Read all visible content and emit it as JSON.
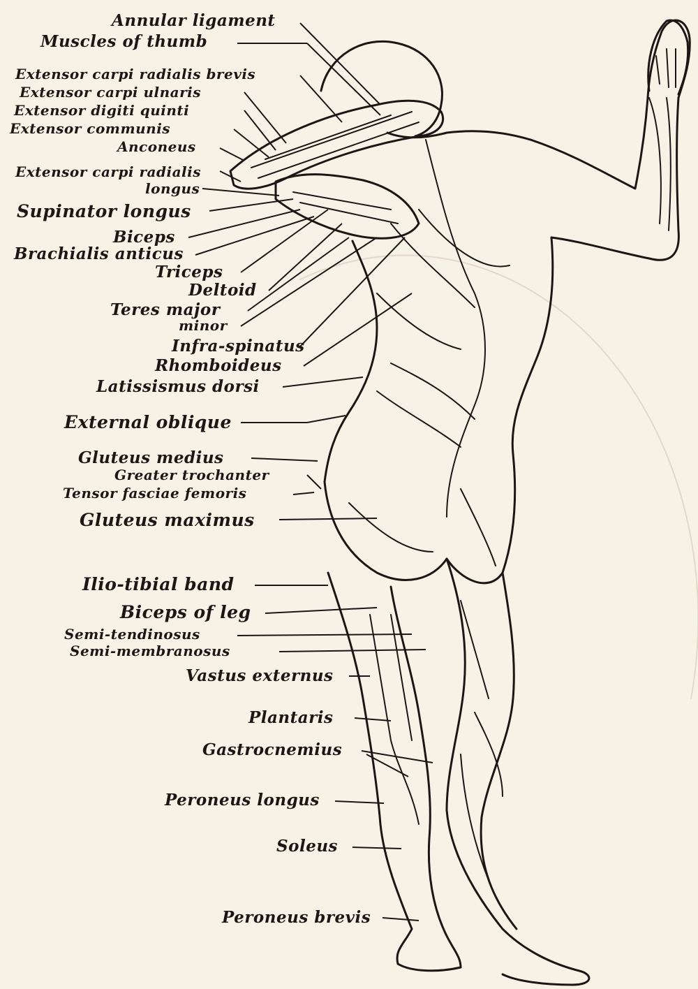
{
  "labels": {
    "annular_ligament": "Annular ligament",
    "muscles_of_thumb": "Muscles of thumb",
    "ext_carpi_radialis_brevis": "Extensor carpi radialis brevis",
    "ext_carpi_ulnaris": "Extensor carpi ulnaris",
    "ext_digiti_quinti": "Extensor digiti quinti",
    "ext_communis": "Extensor communis",
    "anconeus": "Anconeus",
    "ext_carpi_radialis_longus_1": "Extensor carpi radialis",
    "ext_carpi_radialis_longus_2": "longus",
    "supinator_longus": "Supinator longus",
    "biceps": "Biceps",
    "brachialis_anticus": "Brachialis anticus",
    "triceps": "Triceps",
    "deltoid": "Deltoid",
    "teres_major": "Teres major",
    "teres_minor": "minor",
    "infra_spinatus": "Infra-spinatus",
    "rhomboideus": "Rhomboideus",
    "latissimus_dorsi": "Latissismus dorsi",
    "external_oblique": "External oblique",
    "gluteus_medius": "Gluteus medius",
    "greater_trochanter": "Greater trochanter",
    "tensor_fasciae_femoris": "Tensor fasciae femoris",
    "gluteus_maximus": "Gluteus maximus",
    "ilio_tibial_band": "Ilio-tibial band",
    "biceps_of_leg": "Biceps of leg",
    "semi_tendinosus": "Semi-tendinosus",
    "semi_membranosus": "Semi-membranosus",
    "vastus_externus": "Vastus externus",
    "plantaris": "Plantaris",
    "gastrocnemius": "Gastrocnemius",
    "peroneus_longus": "Peroneus longus",
    "soleus": "Soleus",
    "peroneus_brevis": "Peroneus brevis"
  },
  "colors": {
    "paper": "#f7f2e6",
    "ink": "#1a1714"
  }
}
